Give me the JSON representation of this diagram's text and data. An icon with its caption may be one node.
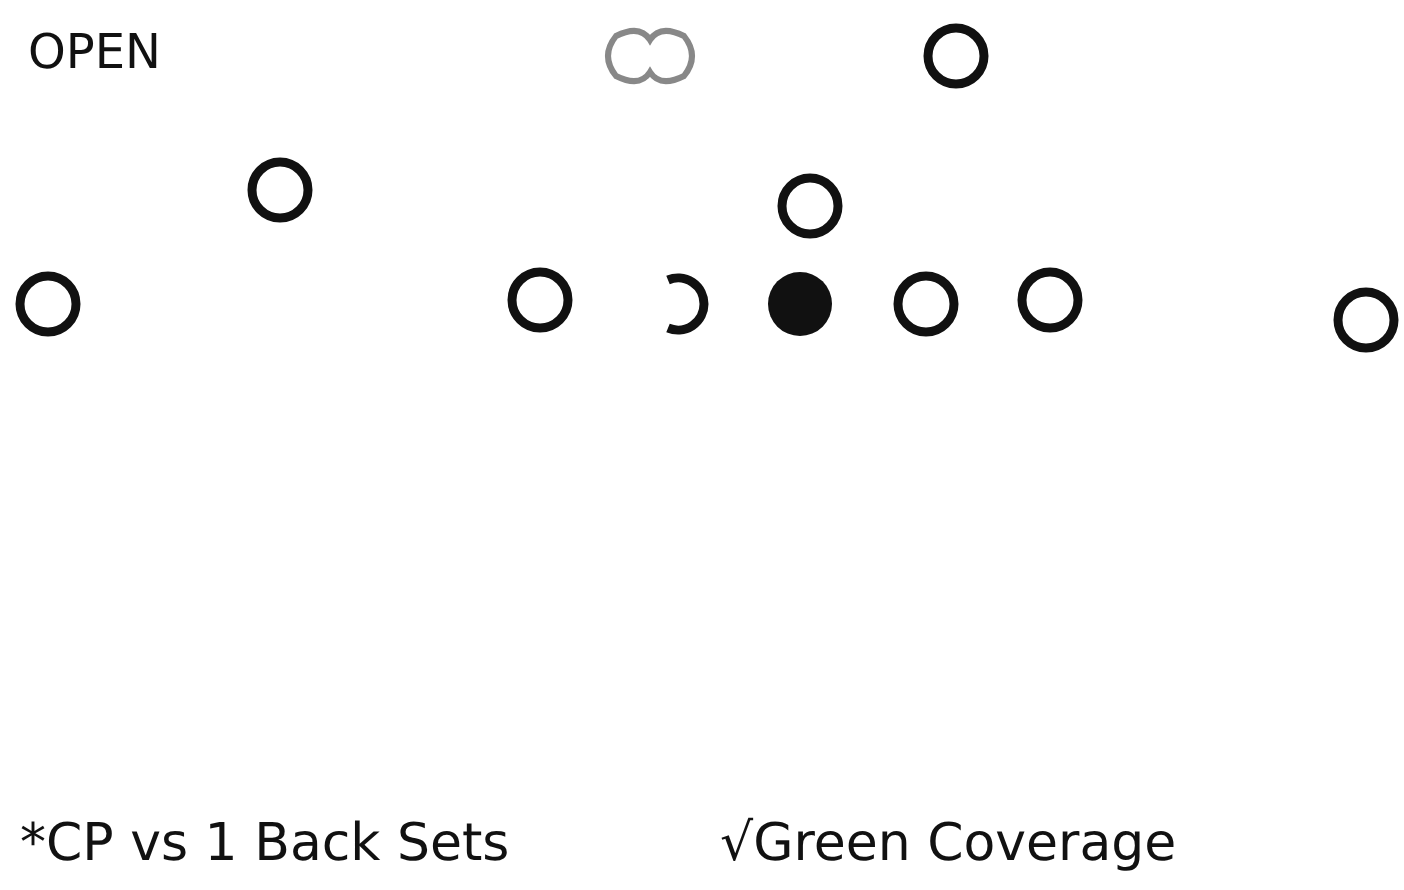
{
  "diagram": {
    "title": "OPEN",
    "labels": [
      "*CP vs 1 Back Sets",
      "√Green Coverage"
    ]
  }
}
